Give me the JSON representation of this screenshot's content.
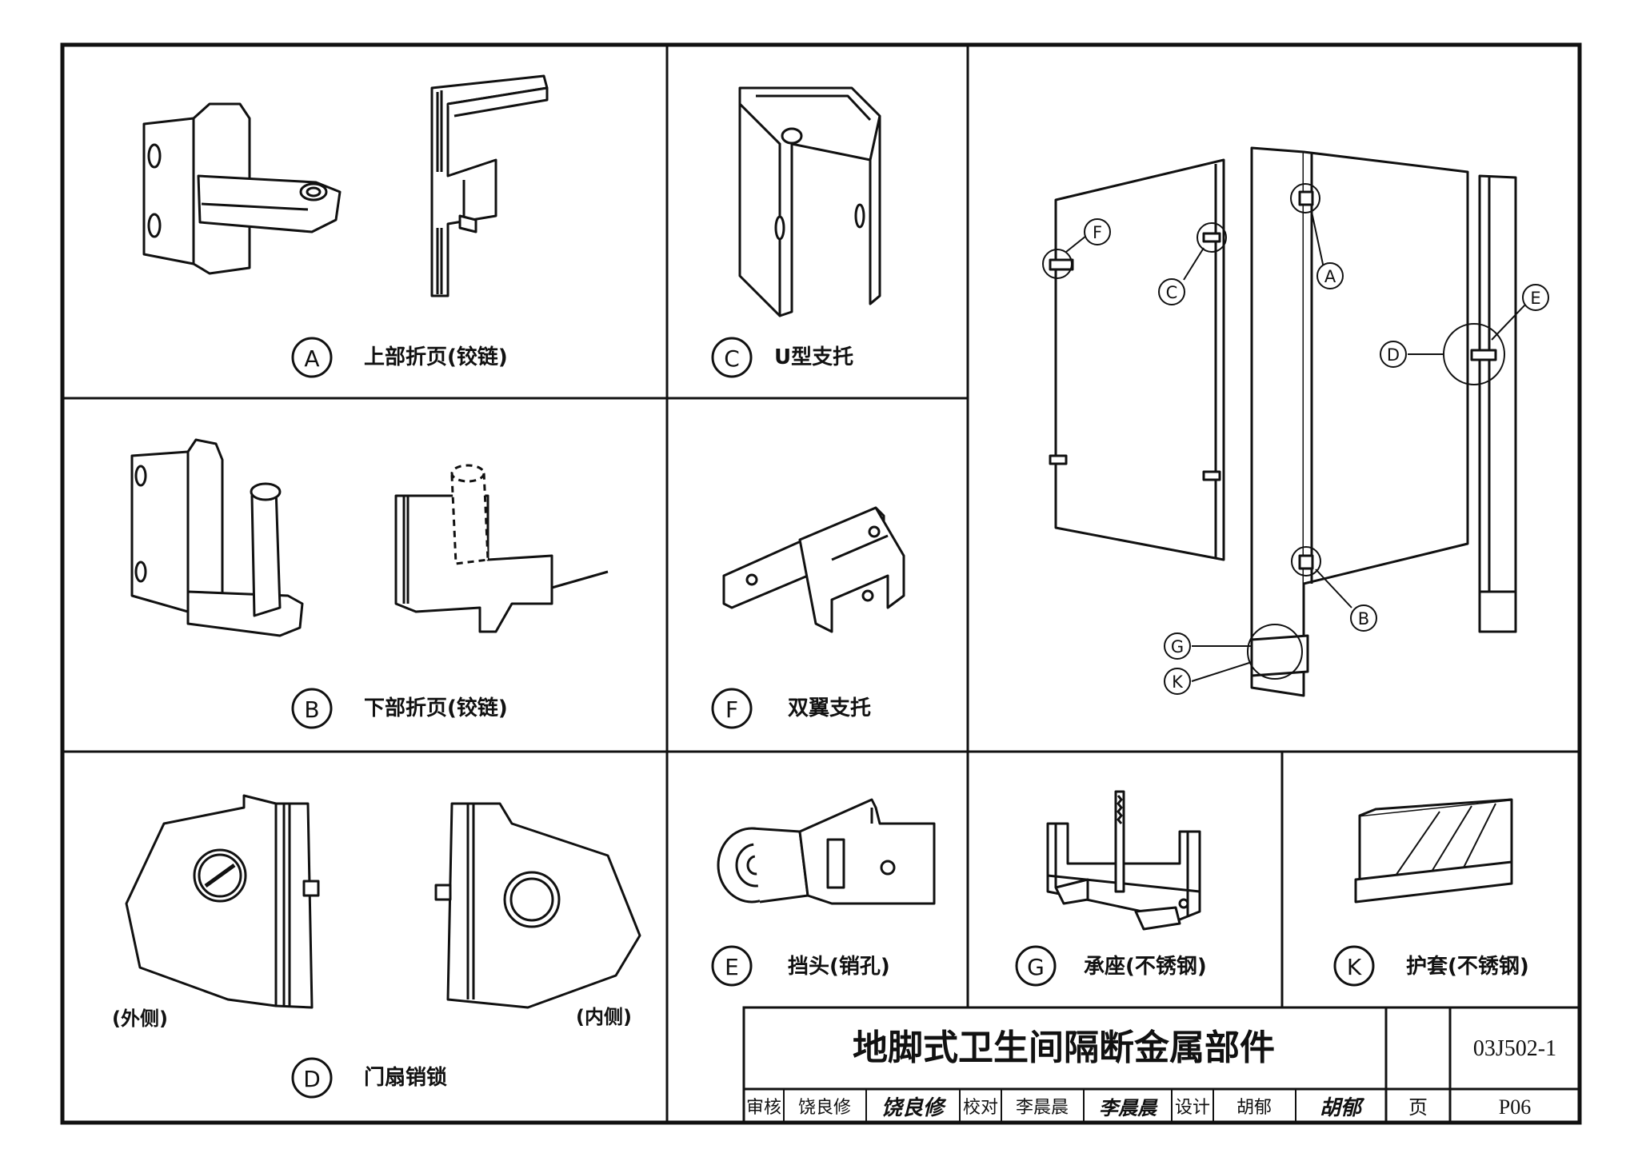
{
  "drawing": {
    "title": "地脚式卫生间隔断金属部件",
    "atlas_code": "03J502-1",
    "page_label": "页",
    "page_number": "P06"
  },
  "parts": {
    "A": {
      "letter": "A",
      "name": "上部折页(铰链)"
    },
    "B": {
      "letter": "B",
      "name": "下部折页(铰链)"
    },
    "C": {
      "letter": "C",
      "name": "U型支托"
    },
    "D": {
      "letter": "D",
      "name": "门扇销锁",
      "outer_label": "(外侧)",
      "inner_label": "(内侧)"
    },
    "E": {
      "letter": "E",
      "name": "挡头(销孔)"
    },
    "F": {
      "letter": "F",
      "name": "双翼支托"
    },
    "G": {
      "letter": "G",
      "name": "承座(不锈钢)"
    },
    "K": {
      "letter": "K",
      "name": "护套(不锈钢)"
    }
  },
  "title_block": {
    "review_label": "审核",
    "reviewer": "饶良修",
    "reviewer_signature": "饶良修",
    "check_label": "校对",
    "checker": "李晨晨",
    "checker_signature": "李晨晨",
    "design_label": "设计",
    "designer": "胡郁",
    "designer_signature": "胡郁"
  },
  "callouts": [
    "F",
    "C",
    "A",
    "E",
    "D",
    "B",
    "G",
    "K"
  ]
}
